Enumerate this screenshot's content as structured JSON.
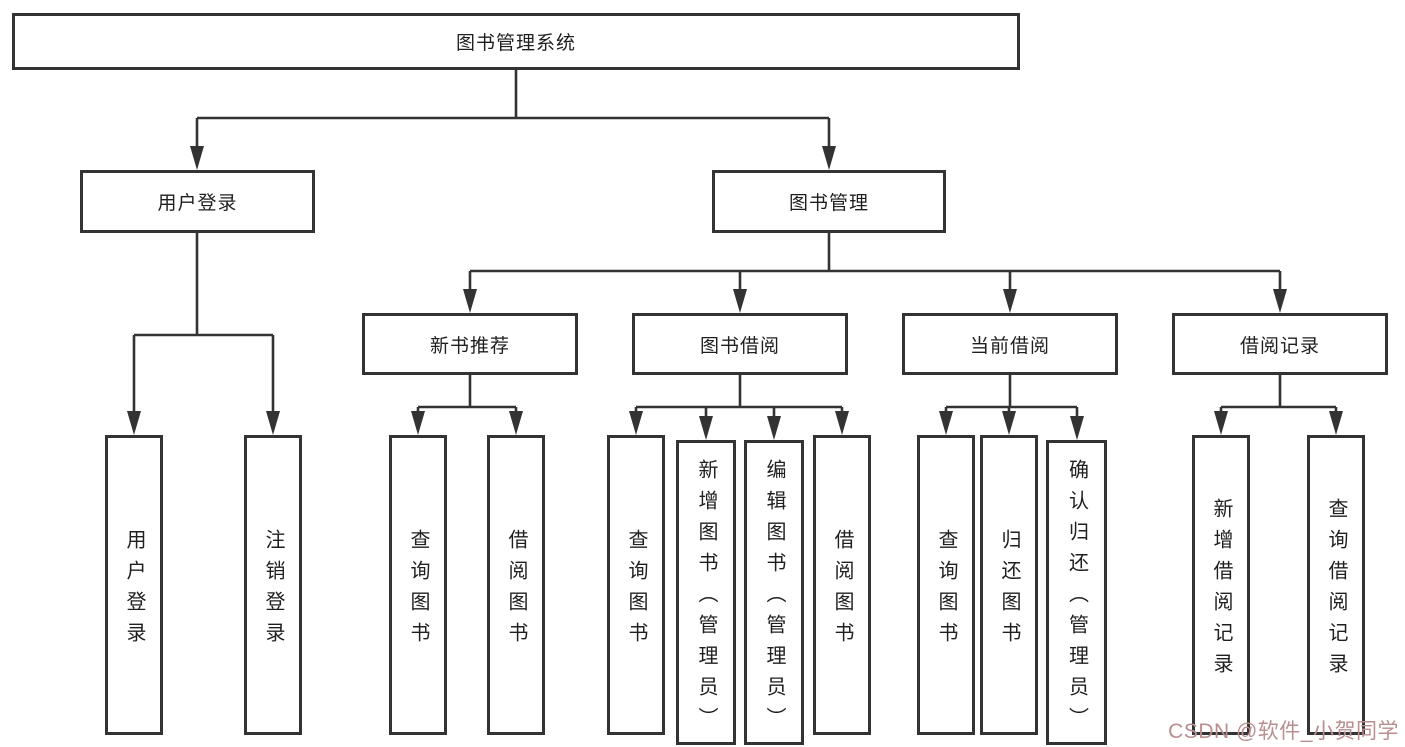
{
  "colors": {
    "line": "#333333",
    "text": "#1f1f1f",
    "background": "#ffffff",
    "watermark": "#b98e91"
  },
  "watermark": {
    "text": "CSDN @软件_小贺同学"
  },
  "diagram": {
    "root": {
      "label": "图书管理系统"
    },
    "level2": [
      {
        "label": "用户登录"
      },
      {
        "label": "图书管理"
      }
    ],
    "level3": [
      {
        "label": "新书推荐"
      },
      {
        "label": "图书借阅"
      },
      {
        "label": "当前借阅"
      },
      {
        "label": "借阅记录"
      }
    ],
    "leaves": {
      "user_login": [
        {
          "label": "用户登录"
        },
        {
          "label": "注销登录"
        }
      ],
      "new_books": [
        {
          "label": "查询图书"
        },
        {
          "label": "借阅图书"
        }
      ],
      "book_borrow": [
        {
          "label": "查询图书"
        },
        {
          "label": "新增图书（管理员）"
        },
        {
          "label": "编辑图书（管理员）"
        },
        {
          "label": "借阅图书"
        }
      ],
      "current_borrow": [
        {
          "label": "查询图书"
        },
        {
          "label": "归还图书"
        },
        {
          "label": "确认归还（管理员）"
        }
      ],
      "borrow_records": [
        {
          "label": "新增借阅记录"
        },
        {
          "label": "查询借阅记录"
        }
      ]
    }
  }
}
